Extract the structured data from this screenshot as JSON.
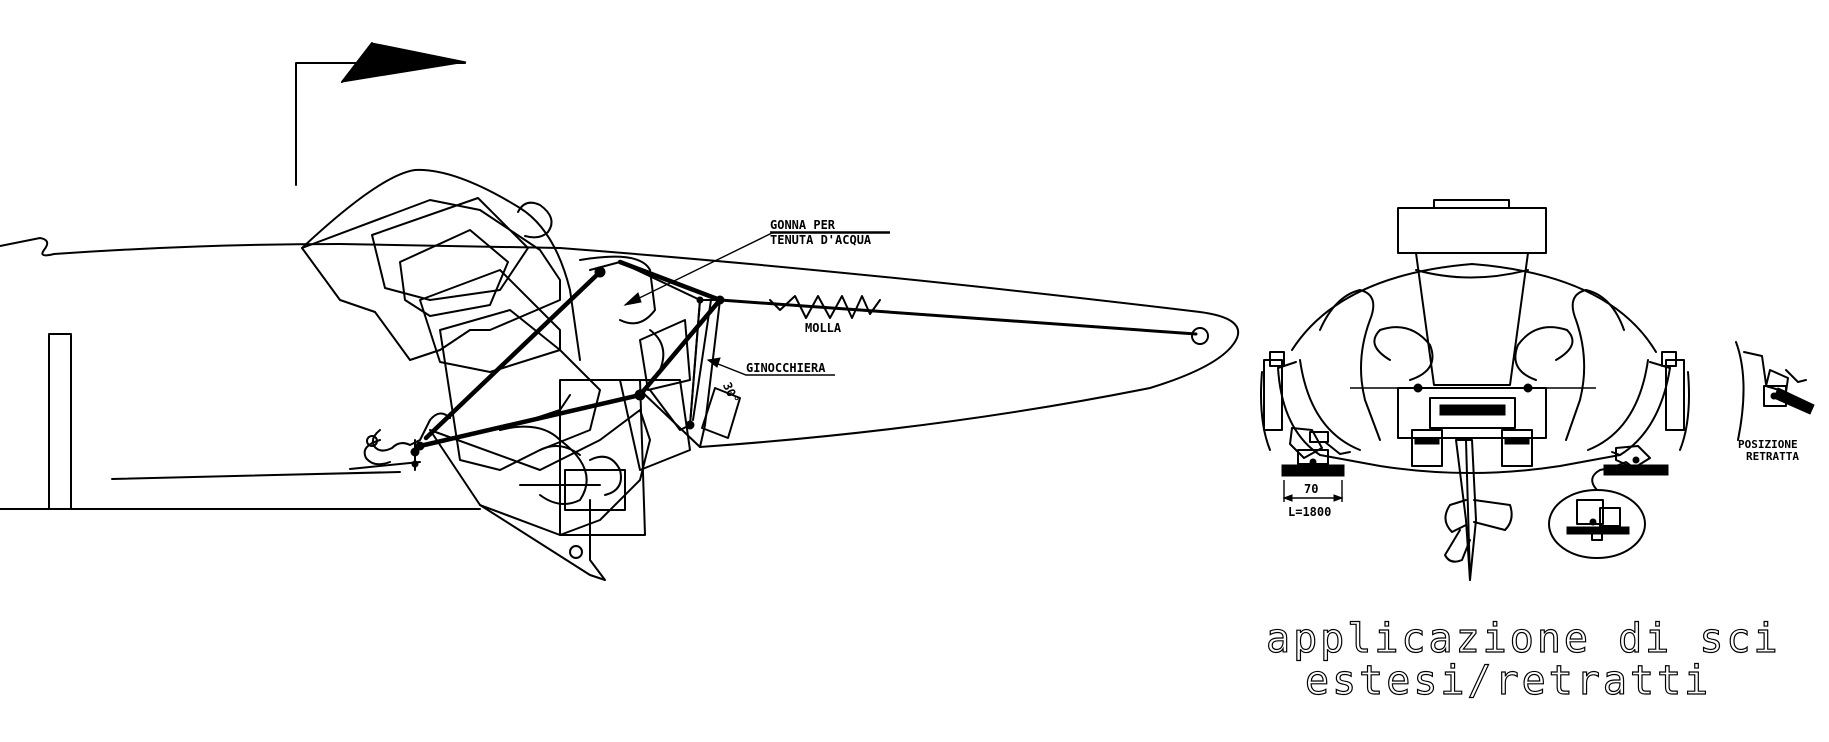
{
  "labels": {
    "gonna_line1": "GONNA PER",
    "gonna_line2": "TENUTA D'ACQUA",
    "molla": "MOLLA",
    "ginocchiera": "GINOCCHIERA",
    "angle": "30°",
    "dim_width": "70",
    "dim_length": "L=1800",
    "posizione_line1": "POSIZIONE",
    "posizione_line2": "RETRATTA"
  },
  "caption": {
    "line1": "applicazione di sci",
    "line2": "estesi/retratti"
  }
}
